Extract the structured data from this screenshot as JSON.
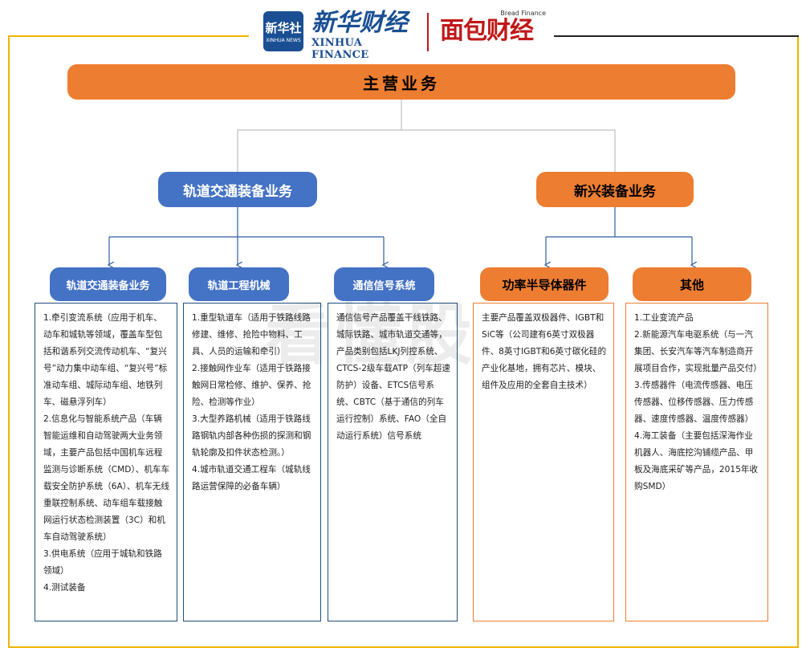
{
  "header": {
    "xinhua_logo_cn": "新华社",
    "xinhua_logo_en": "XINHUA NEWS",
    "xinhua_finance_cn": "新华财经",
    "xinhua_finance_en": "XINHUA FINANCE",
    "bread_finance_en": "Bread Finance",
    "bread_finance_cn": "面包财经"
  },
  "watermark": "看懂股",
  "root": {
    "label": "主营业务"
  },
  "branches": [
    {
      "label": "轨道交通装备业务",
      "children": [
        {
          "label": "轨道交通装备业务",
          "items": [
            "1.牵引变流系统（应用于机车、动车和城轨等领域，覆盖车型包括和谐系列交流传动机车、“复兴号”动力集中动车组、“复兴号”标准动车组、城际动车组、地铁列车、磁悬浮列车）",
            "2.信息化与智能系统产品（车辆智能运维和自动驾驶两大业务领域，主要产品包括中国机车远程监测与诊断系统（CMD）、机车车载安全防护系统（6A）、机车无线重联控制系统、动车组车载接触网运行状态检测装置（3C）和机车自动驾驶系统）",
            "3.供电系统（应用于城轨和铁路领域）",
            "4.测试装备"
          ]
        },
        {
          "label": "轨道工程机械",
          "items": [
            "1.重型轨道车（适用于铁路线路修建、维修、抢险中物料、工具、人员的运输和牵引）",
            "2.接触网作业车（适用于铁路接触网日常检修、维护、保养、抢险、检测等作业）",
            "3.大型养路机械（适用于铁路线路钢轨内部各种伤损的探测和钢轨轮廓及扣件状态检测。）",
            "4.城市轨道交通工程车（城轨线路运营保障的必备车辆）"
          ]
        },
        {
          "label": "通信信号系统",
          "items": [
            "通信信号产品覆盖干线铁路、城际铁路、城市轨道交通等，产品类别包括LKJ列控系统、CTCS-2级车载ATP（列车超速防护）设备、ETCS信号系统、CBTC（基于通信的列车运行控制）系统、FAO（全自动运行系统）信号系统"
          ]
        }
      ]
    },
    {
      "label": "新兴装备业务",
      "children": [
        {
          "label": "功率半导体器件",
          "items": [
            "主要产品覆盖双极器件、IGBT和SiC等（公司建有6英寸双极器件、8英寸IGBT和6英寸碳化硅的产业化基地，拥有芯片、模块、组件及应用的全套自主技术）"
          ]
        },
        {
          "label": "其他",
          "items": [
            "1.工业变流产品",
            "2.新能源汽车电驱系统（与一汽集团、长安汽车等汽车制造商开展项目合作，实现批量产品交付）",
            "3.传感器件（电流传感器、电压传感器、位移传感器、压力传感器、速度传感器、温度传感器）",
            "4.海工装备（主要包括深海作业机器人、海底挖沟铺缆产品、甲板及海底采矿等产品，2015年收购SMD）"
          ]
        }
      ]
    }
  ],
  "colors": {
    "orange": "#ed7d31",
    "blue": "#4472c4",
    "frame_gold": "#f0b400",
    "connector": "#2e5f9e"
  }
}
